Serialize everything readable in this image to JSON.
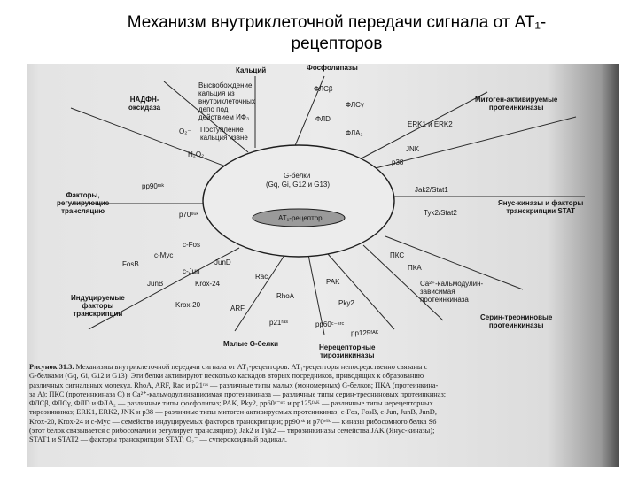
{
  "slide": {
    "title_line1": "Механизм внутриклеточной передачи сигнала от АТ₁-",
    "title_line2": "рецепторов"
  },
  "diagram": {
    "core": {
      "receptor": "АТ₁-рецептор",
      "gprotein_line1": "G-белки",
      "gprotein_line2": "(Gq, Gi, G12 и G13)"
    },
    "headers": {
      "calcium": "Кальций",
      "phospholipases": "Фосфолипазы",
      "nadph_line1": "НАДФН-",
      "nadph_line2": "оксидаза",
      "mapk_line1": "Митоген-активируемые",
      "mapk_line2": "протеинкиназы",
      "translation_line1": "Факторы,",
      "translation_line2": "регулирующие",
      "translation_line3": "трансляцию",
      "jak_line1": "Янус-киназы и факторы",
      "jak_line2": "транскрипции STAT",
      "tf_line1": "Индуцируемые",
      "tf_line2": "факторы",
      "tf_line3": "транскрипции",
      "sertk_line1": "Серин-треониновые",
      "sertk_line2": "протеинкиназы",
      "smallg": "Малые G-белки",
      "rtk_line1": "Нерецепторные",
      "rtk_line2": "тирозинкиназы"
    },
    "items": {
      "ca_line1": "Высвобождение",
      "ca_line2": "кальция из",
      "ca_line3": "внутриклеточных",
      "ca_line4": "депо под",
      "ca_line5": "действием ИФ₃",
      "ca_line6": "Поступление",
      "ca_line7": "кальция извне",
      "plcb": "ФЛСβ",
      "plcg": "ФЛСγ",
      "pld": "ФЛD",
      "pla2": "ФЛА₂",
      "o2": "O₂⁻",
      "h2o2": "H₂O₂",
      "erk": "ERK1 и ERK2",
      "jnk": "JNK",
      "p38": "p38",
      "p90": "pp90ʳˢᵏ",
      "p70": "p70ˢ⁶ᵏ",
      "jak2": "Jak2/Stat1",
      "tyk2": "Tyk2/Stat2",
      "cfos": "c-Fos",
      "cmyc": "c-Myc",
      "fosb": "FosB",
      "cjun": "c-Jun",
      "jund": "JunD",
      "junb": "JunB",
      "krox24": "Krox-24",
      "krox20": "Krox-20",
      "pkc": "ПКС",
      "pka": "ПКА",
      "camk_line1": "Ca²⁺-кальмодулин-",
      "camk_line2": "зависимая",
      "camk_line3": "протеинкиназа",
      "rac": "Rac",
      "rhoa": "RhoA",
      "arf": "ARF",
      "p21": "p21ʳᵃˢ",
      "pak": "PAK",
      "pky2": "Pky2",
      "pp60": "pp60ᶜ⁻ˢʳᶜ",
      "pp125": "pp125ᶠᴬᴷ"
    }
  },
  "caption": {
    "label": "Рисунок 31.3.",
    "lines": [
      "Механизмы внутриклеточной передачи сигнала от АТ₁-рецепторов. АТ₁-рецепторы непосредственно связаны с",
      "G-белками (Gq, Gi, G12 и G13). Эти белки активируют несколько каскадов вторых посредников, приводящих к образованию",
      "различных сигнальных молекул. RhoA, ARF, Rac и p21ʳᵃˢ — различные типы малых (мономерных) G-белков; ПКА (протеинкина-",
      "за А); ПКС (протеинкиназа С) и Ca²⁺-кальмодулинзависимая протеинкиназа — различные типы серин-треониновых протеинкиназ;",
      "ФЛСβ, ФЛСγ, ФЛD и ФЛА₂ — различные типы фосфолипаз; PAK, Pky2, pp60ᶜ⁻ˢʳᶜ и pp125ᶠᴬᴷ — различные типы нерецепторных",
      "тирозинкиназ; ERK1, ERK2, JNK и p38 — различные типы митоген-активируемых протеинкиназ; c-Fos, FosB, c-Jun, JunB, JunD,",
      "Krox-20, Krox-24 и c-Myc — семейство индуцируемых факторов транскрипции; pp90ʳˢᵏ и p70ˢ⁶ᵏ — киназы рибосомного белка S6",
      "(этот белок связывается с рибосомами и регулирует трансляцию); Jak2 и Tyk2 — тирозинкиназы семейства JAK (Януc-киназы);",
      "STAT1 и STAT2 — факторы транскрипции STAT; O₂⁻ — супероксидный радикал."
    ]
  }
}
